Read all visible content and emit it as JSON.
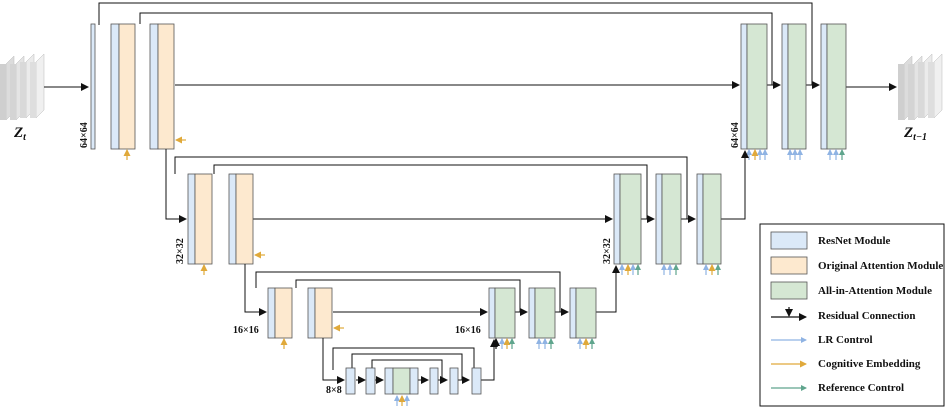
{
  "labels": {
    "z_t": "Z",
    "z_t_sub": "t",
    "z_prev": "Z",
    "z_prev_sub": "t−1",
    "res_64": "64×64",
    "res_64_right": "64×64",
    "res_32": "32×32",
    "res_32_right": "32×32",
    "res_16": "16×16",
    "res_16_right": "16×16",
    "res_8": "8×8"
  },
  "legend": {
    "resnet": "ResNet Module",
    "original_attention": "Original Attention Module",
    "all_in_attention": "All-in-Attention Module",
    "residual": "Residual Connection",
    "lr_control": "LR Control",
    "cognitive": "Cognitive Embedding",
    "reference": "Reference Control"
  },
  "colors": {
    "resnet": "#dbe9f8",
    "original_attention": "#fde9cf",
    "all_in_attention": "#d5e7d3",
    "lr_control": "#8fb3e3",
    "cognitive": "#e0a93a",
    "reference": "#5fa58d"
  }
}
